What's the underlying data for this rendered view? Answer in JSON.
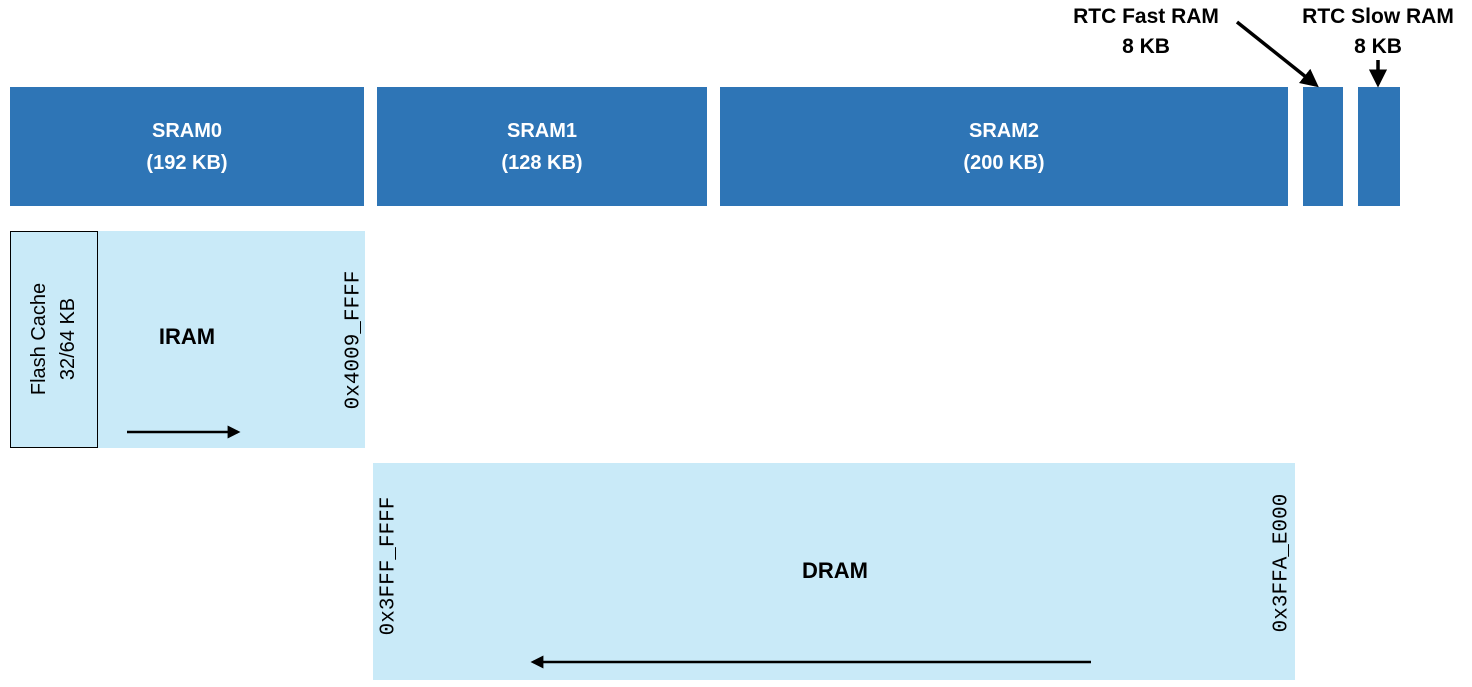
{
  "colors": {
    "block_dark": "#2E75B6",
    "block_light": "#C9EAF8",
    "arrow_black": "#000000",
    "sram_text_white": "#FFFFFF"
  },
  "sram_row": {
    "sram0": {
      "name": "SRAM0",
      "size": "(192 KB)"
    },
    "sram1": {
      "name": "SRAM1",
      "size": "(128 KB)"
    },
    "sram2": {
      "name": "SRAM2",
      "size": "(200 KB)"
    }
  },
  "rtc": {
    "fast": {
      "label": "RTC Fast RAM",
      "size": "8 KB"
    },
    "slow": {
      "label": "RTC Slow RAM",
      "size": "8 KB"
    }
  },
  "iram": {
    "label": "IRAM",
    "end_address": "0x4009_FFFF",
    "flash_cache": {
      "label": "Flash Cache",
      "size": "32/64 KB"
    }
  },
  "dram": {
    "label": "DRAM",
    "high_address": "0x3FFF_FFFF",
    "low_address": "0x3FFA_E000"
  }
}
